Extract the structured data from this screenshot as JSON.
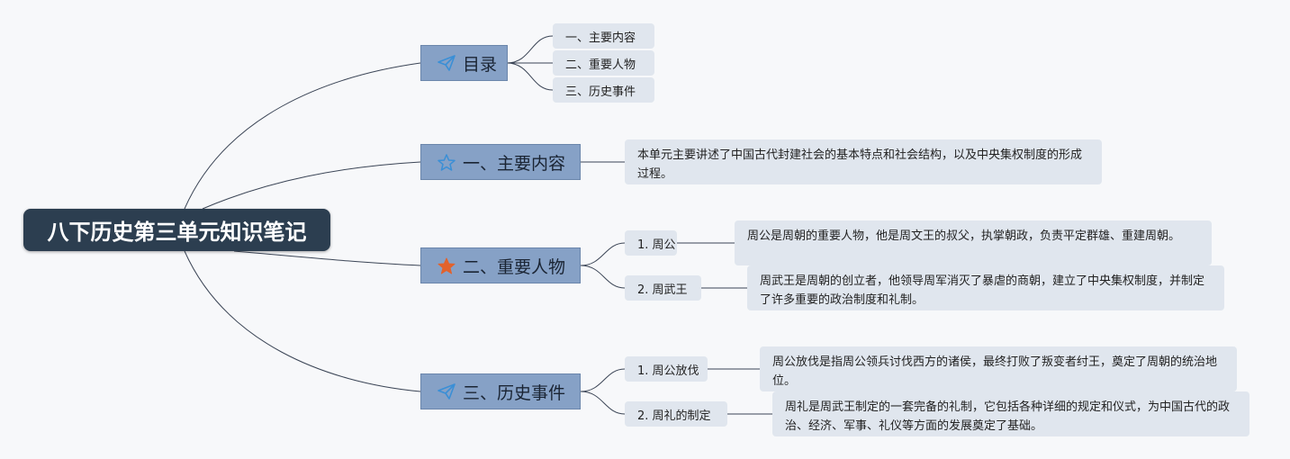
{
  "root": {
    "title": "八下历史第三单元知识笔记"
  },
  "branches": [
    {
      "label": "目录",
      "icon": "paper-plane-icon",
      "items": [
        "一、主要内容",
        "二、重要人物",
        "三、历史事件"
      ]
    },
    {
      "label": "一、主要内容",
      "icon": "star-outline-icon",
      "description": "本单元主要讲述了中国古代封建社会的基本特点和社会结构，以及中央集权制度的形成过程。"
    },
    {
      "label": "二、重要人物",
      "icon": "star-filled-icon",
      "children": [
        {
          "label": "1. 周公",
          "description": "周公是周朝的重要人物，他是周文王的叔父，执掌朝政，负责平定群雄、重建周朝。"
        },
        {
          "label": "2. 周武王",
          "description": "周武王是周朝的创立者，他领导周军消灭了暴虐的商朝，建立了中央集权制度，并制定了许多重要的政治制度和礼制。"
        }
      ]
    },
    {
      "label": "三、历史事件",
      "icon": "paper-plane-icon",
      "children": [
        {
          "label": "1. 周公放伐",
          "description": "周公放伐是指周公领兵讨伐西方的诸侯，最终打败了叛变者纣王，奠定了周朝的统治地位。"
        },
        {
          "label": "2. 周礼的制定",
          "description": "周礼是周武王制定的一套完备的礼制，它包括各种详细的规定和仪式，为中国古代的政治、经济、军事、礼仪等方面的发展奠定了基础。"
        }
      ]
    }
  ],
  "colors": {
    "root_bg": "#2c3e50",
    "branch_bg": "#86a1c6",
    "leaf_bg": "#e0e6ee",
    "icon_blue": "#3a8fd6",
    "icon_orange": "#e2622c",
    "line": "#3b4556"
  }
}
